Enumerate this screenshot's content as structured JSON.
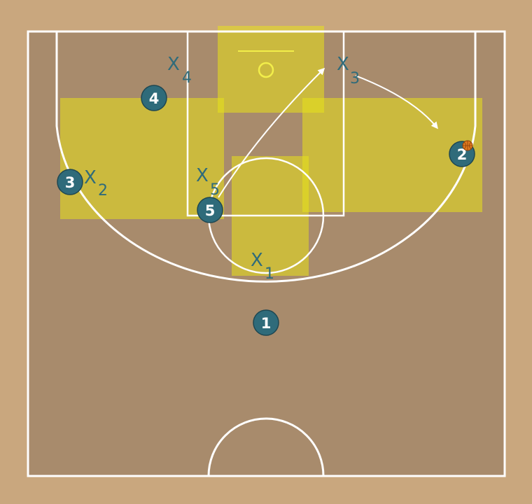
{
  "colors": {
    "wood_outer": "#c9a77e",
    "wood_inner": "#a88b6c",
    "lines": "#ffffff",
    "zone": "#e8e21a",
    "player_fill": "#2f6b7a",
    "player_text": "#ffffff",
    "defender_text": "#2f6b7a",
    "rim": "#f2ee4a",
    "ball": "#e07a1f"
  },
  "offense": [
    {
      "id": "player-1",
      "label": "1"
    },
    {
      "id": "player-2",
      "label": "2",
      "has_ball": true
    },
    {
      "id": "player-3",
      "label": "3"
    },
    {
      "id": "player-4",
      "label": "4"
    },
    {
      "id": "player-5",
      "label": "5"
    }
  ],
  "defense": [
    {
      "id": "defender-1",
      "letter": "X",
      "num": "1"
    },
    {
      "id": "defender-2",
      "letter": "X",
      "num": "2"
    },
    {
      "id": "defender-3",
      "letter": "X",
      "num": "3"
    },
    {
      "id": "defender-4",
      "letter": "X",
      "num": "4"
    },
    {
      "id": "defender-5",
      "letter": "X",
      "num": "5"
    }
  ],
  "movements": [
    {
      "id": "player-5-cut",
      "from": "player-5",
      "to": "ball-side-block",
      "type": "cut"
    },
    {
      "id": "defender-3-rotation",
      "from": "defender-3",
      "to": "player-2",
      "type": "rotation"
    }
  ],
  "ball": {
    "icon": "basketball-icon",
    "holder": "player-2"
  }
}
